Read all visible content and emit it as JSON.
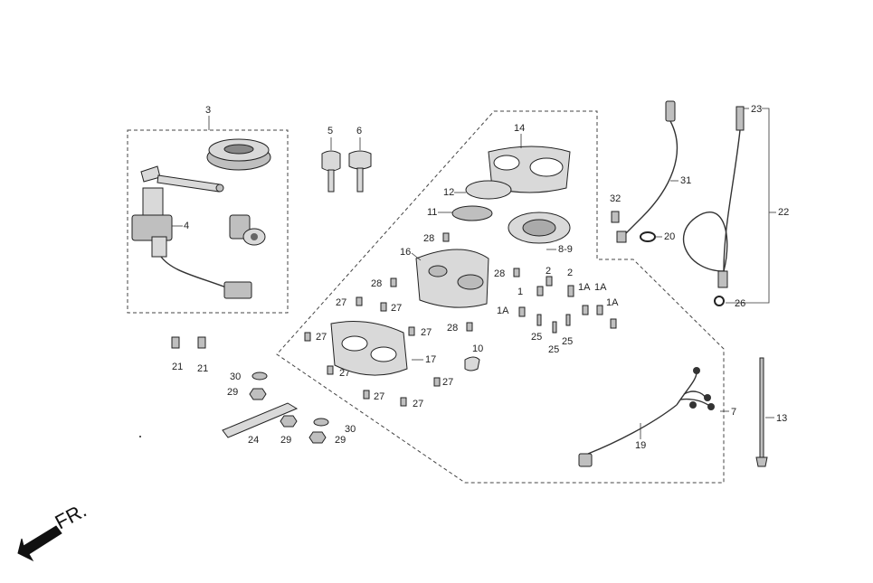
{
  "direction_label": "FR.",
  "callouts": {
    "c3": "3",
    "c4": "4",
    "c5": "5",
    "c6": "6",
    "c14": "14",
    "c12": "12",
    "c11": "11",
    "c28a": "28",
    "c16": "16",
    "c8_9": "8-9",
    "c28b": "28",
    "c28c": "28",
    "c28d": "28",
    "c27a": "27",
    "c27b": "27",
    "c27c": "27",
    "c27d": "27",
    "c27e": "27",
    "c27f": "27",
    "c27g": "27",
    "c27h": "27",
    "c17": "17",
    "c10": "10",
    "c2a": "2",
    "c2b": "2",
    "c1": "1",
    "c1A_a": "1A",
    "c1A_b": "1A",
    "c1A_c": "1A",
    "c1A_d": "1A",
    "c25a": "25",
    "c25b": "25",
    "c25c": "25",
    "c21a": "21",
    "c21b": "21",
    "c30a": "30",
    "c29a": "29",
    "c24": "24",
    "c29b": "29",
    "c30b": "30",
    "c29c": "29",
    "c31": "31",
    "c32": "32",
    "c20": "20",
    "c23": "23",
    "c22": "22",
    "c26": "26",
    "c7": "7",
    "c19": "19",
    "c13": "13"
  }
}
